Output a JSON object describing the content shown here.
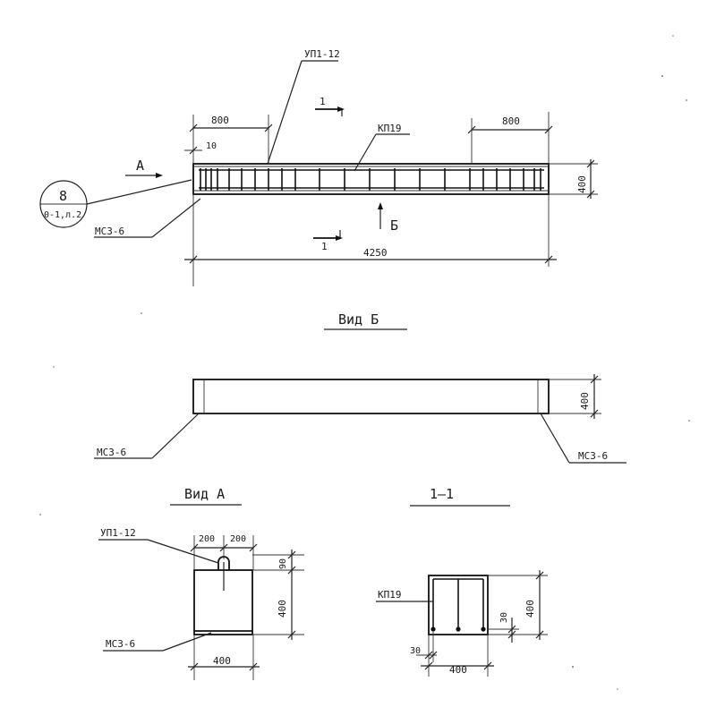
{
  "plan": {
    "label_up": "УП1-12",
    "label_kp": "КП19",
    "label_mc": "МС3-6",
    "section_mark": "1",
    "view_a_arrow": "А",
    "view_b_arrow": "Б",
    "dim_left_800": "800",
    "dim_right_800": "800",
    "dim_10": "10",
    "dim_400": "400",
    "dim_4250": "4250",
    "callout_top": "8",
    "callout_bottom": "0-1,л.2"
  },
  "view_b": {
    "title": "Вид Б",
    "label_left": "МС3-6",
    "label_right": "МС3-6",
    "dim_400": "400"
  },
  "view_a": {
    "title": "Вид А",
    "label_up": "УП1-12",
    "label_mc": "МС3-6",
    "dim_200_left": "200",
    "dim_200_right": "200",
    "dim_90": "90",
    "dim_400_v": "400",
    "dim_400_h": "400"
  },
  "section_11": {
    "title": "1—1",
    "label_kp": "КП19",
    "dim_30_v": "30",
    "dim_400_v": "400",
    "dim_30_h": "30",
    "dim_400_h": "400"
  }
}
